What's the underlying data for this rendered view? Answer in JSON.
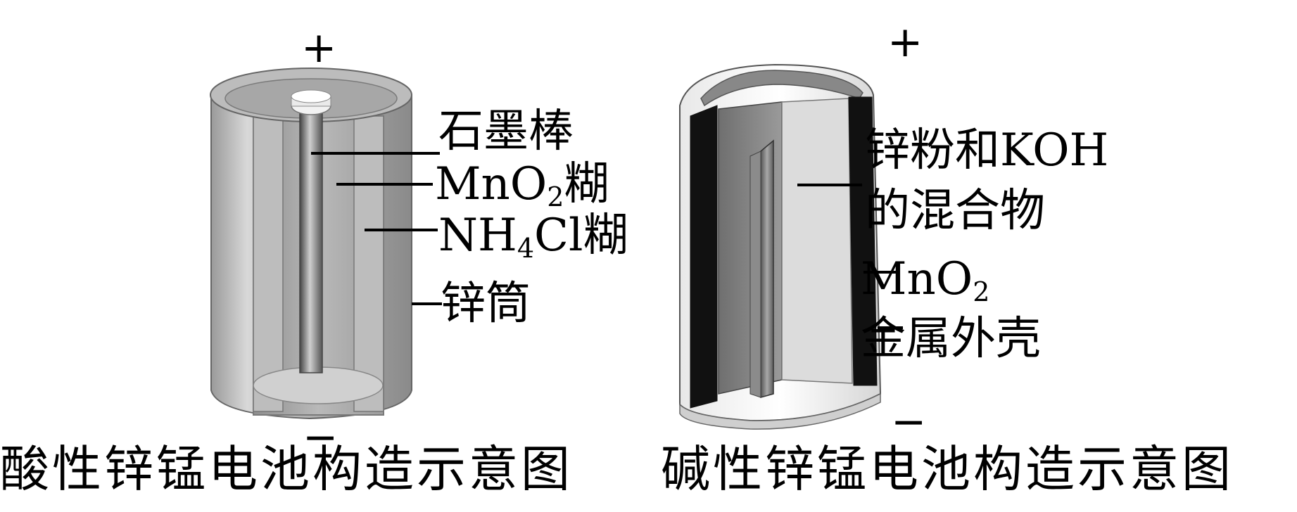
{
  "acidic": {
    "plus": "+",
    "minus": "−",
    "labels": {
      "graphite": "石墨棒",
      "mno2_prefix": "MnO",
      "mno2_sub": "2",
      "mno2_suffix": "糊",
      "nh4cl_prefix": "NH",
      "nh4cl_sub": "4",
      "nh4cl_suffix": "Cl糊",
      "zinc_can": "锌筒"
    },
    "caption": "酸性锌锰电池构造示意图"
  },
  "alkaline": {
    "plus": "+",
    "minus": "−",
    "labels": {
      "mixture_line1": "锌粉和KOH",
      "mixture_line2": "的混合物",
      "mno2_prefix": "MnO",
      "mno2_sub": "2",
      "metal_shell": "金属外壳"
    },
    "caption": "碱性锌锰电池构造示意图"
  }
}
